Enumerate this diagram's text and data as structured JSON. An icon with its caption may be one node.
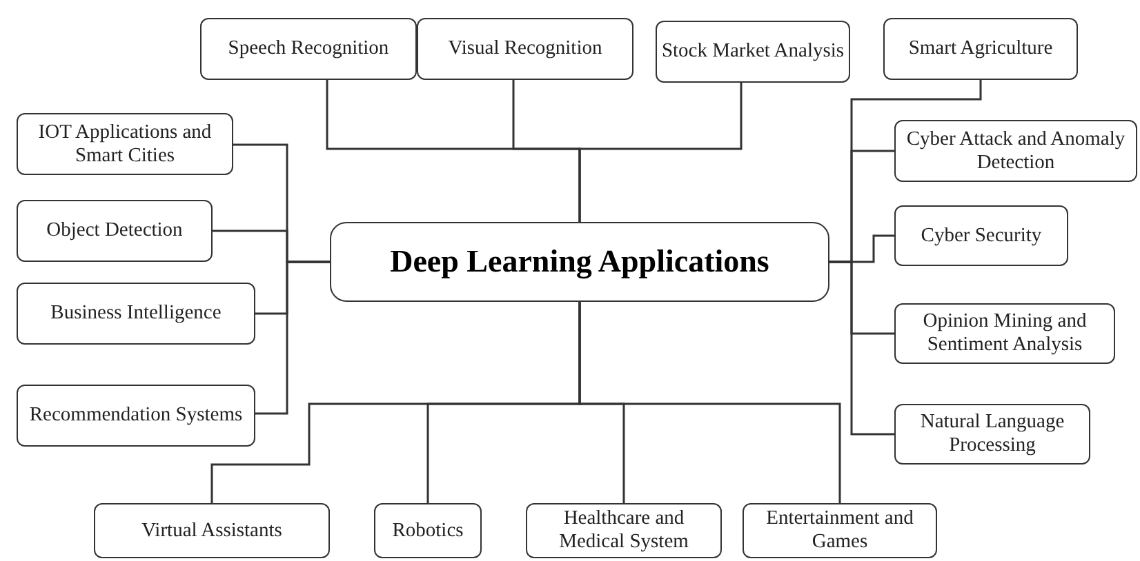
{
  "diagram": {
    "nodes": [
      {
        "text": [
          "Deep Learning Applications"
        ]
      },
      {
        "text": [
          "Speech Recognition"
        ]
      },
      {
        "text": [
          "Visual Recognition"
        ]
      },
      {
        "text": [
          "Stock Market Analysis"
        ]
      },
      {
        "text": [
          "Smart Agriculture"
        ]
      },
      {
        "text": [
          "IOT Applications and Smart Cities"
        ]
      },
      {
        "text": [
          "Object Detection"
        ]
      },
      {
        "text": [
          "Business Intelligence"
        ]
      },
      {
        "text": [
          "Recommendation Systems"
        ]
      },
      {
        "text": [
          "Cyber Attack and Anomaly Detection"
        ]
      },
      {
        "text": [
          "Cyber Security"
        ]
      },
      {
        "text": [
          "Opinion Mining and Sentiment Analysis"
        ]
      },
      {
        "text": [
          "Natural Language Processing"
        ]
      },
      {
        "text": [
          "Virtual Assistants"
        ]
      },
      {
        "text": [
          "Robotics"
        ]
      },
      {
        "text": [
          "Healthcare and Medical System"
        ]
      },
      {
        "text": [
          "Entertainment and Games"
        ]
      }
    ],
    "edges": [
      {
        "from": 0,
        "to": 1,
        "arrow": "none"
      },
      {
        "from": 0,
        "to": 2,
        "arrow": "none"
      },
      {
        "from": 0,
        "to": 3,
        "arrow": "none"
      },
      {
        "from": 0,
        "to": 4,
        "arrow": "none"
      },
      {
        "from": 0,
        "to": 5,
        "arrow": "none"
      },
      {
        "from": 0,
        "to": 6,
        "arrow": "none"
      },
      {
        "from": 0,
        "to": 7,
        "arrow": "none"
      },
      {
        "from": 0,
        "to": 8,
        "arrow": "none"
      },
      {
        "from": 0,
        "to": 9,
        "arrow": "none"
      },
      {
        "from": 0,
        "to": 10,
        "arrow": "none"
      },
      {
        "from": 0,
        "to": 11,
        "arrow": "none"
      },
      {
        "from": 0,
        "to": 12,
        "arrow": "none"
      },
      {
        "from": 0,
        "to": 13,
        "arrow": "none"
      },
      {
        "from": 0,
        "to": 14,
        "arrow": "none"
      },
      {
        "from": 0,
        "to": 15,
        "arrow": "none"
      },
      {
        "from": 0,
        "to": 16,
        "arrow": "none"
      }
    ]
  }
}
